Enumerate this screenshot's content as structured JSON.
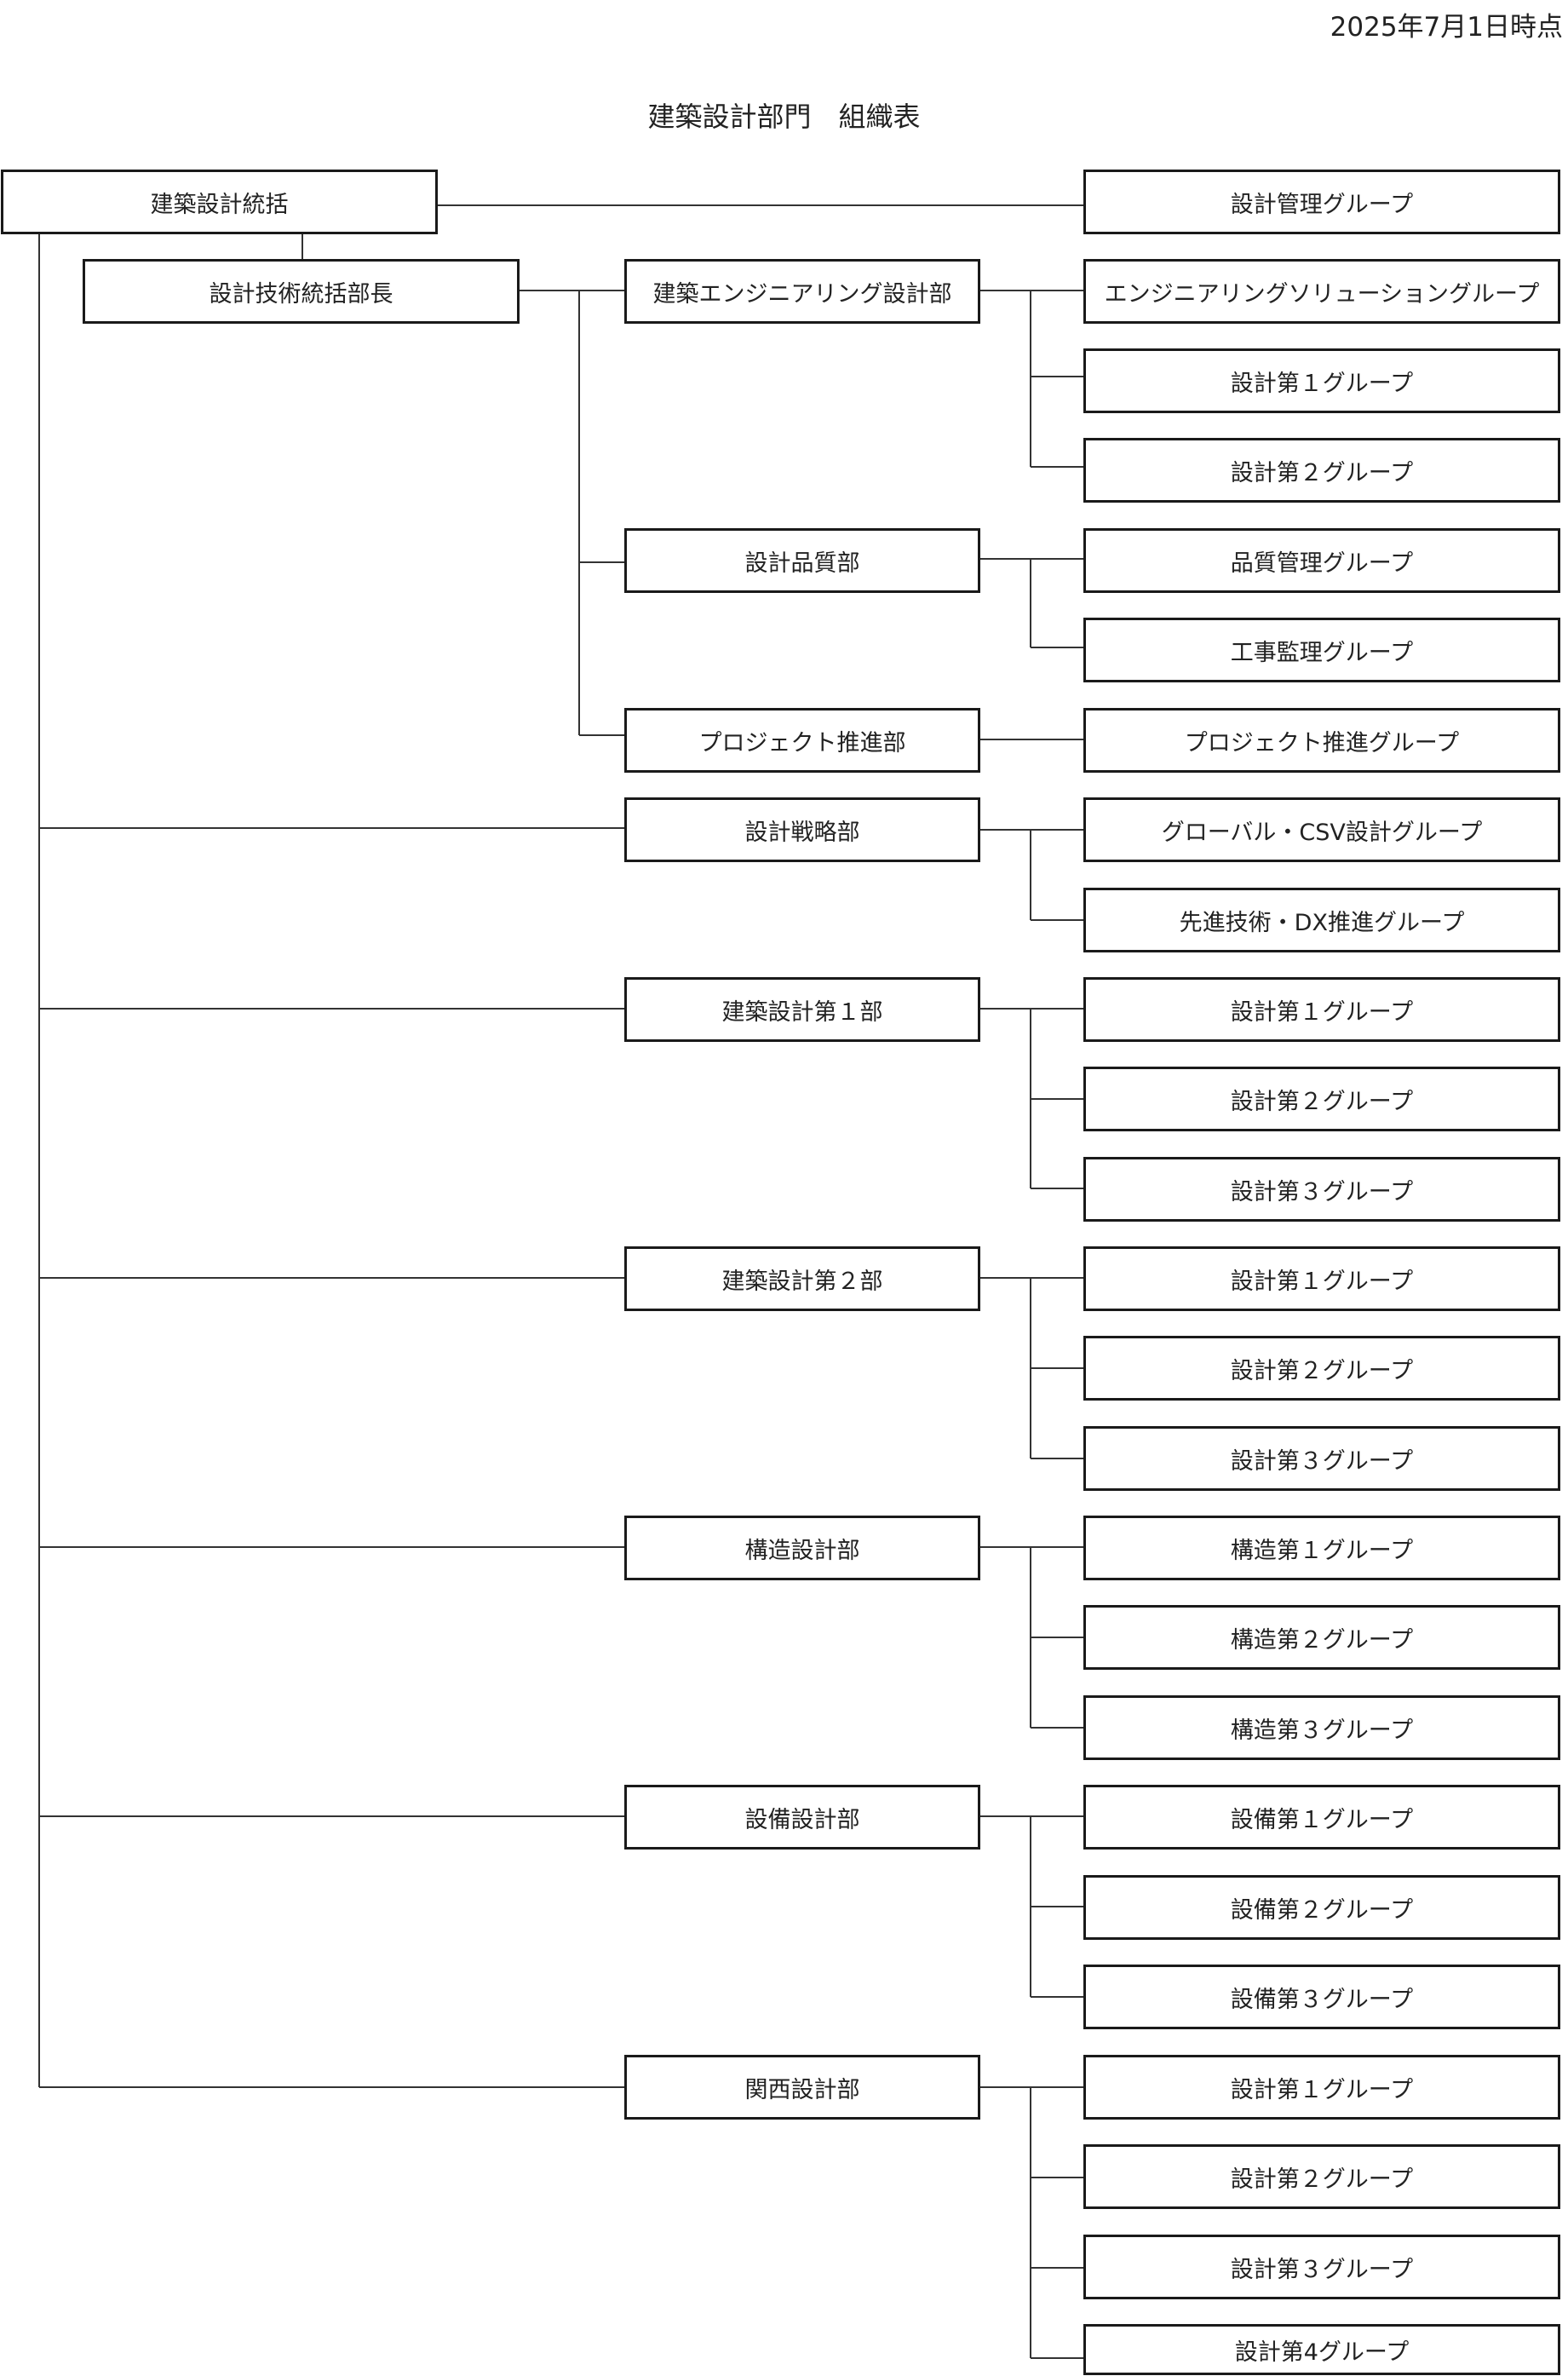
{
  "header": {
    "date": "2025年7月1日時点",
    "title": "建築設計部門　組織表"
  },
  "org": {
    "top": "建築設計統括",
    "director": "設計技術統括部長",
    "top_group": "設計管理グループ",
    "under_director": [
      {
        "name": "建築エンジニアリング設計部",
        "groups": [
          "エンジニアリングソリューショングループ",
          "設計第１グループ",
          "設計第２グループ"
        ]
      },
      {
        "name": "設計品質部",
        "groups": [
          "品質管理グループ",
          "工事監理グループ"
        ]
      },
      {
        "name": "プロジェクト推進部",
        "groups": [
          "プロジェクト推進グループ"
        ]
      }
    ],
    "departments": [
      {
        "name": "設計戦略部",
        "groups": [
          "グローバル・CSV設計グループ",
          "先進技術・DX推進グループ"
        ]
      },
      {
        "name": "建築設計第１部",
        "groups": [
          "設計第１グループ",
          "設計第２グループ",
          "設計第３グループ"
        ]
      },
      {
        "name": "建築設計第２部",
        "groups": [
          "設計第１グループ",
          "設計第２グループ",
          "設計第３グループ"
        ]
      },
      {
        "name": "構造設計部",
        "groups": [
          "構造第１グループ",
          "構造第２グループ",
          "構造第３グループ"
        ]
      },
      {
        "name": "設備設計部",
        "groups": [
          "設備第１グループ",
          "設備第２グループ",
          "設備第３グループ"
        ]
      },
      {
        "name": "関西設計部",
        "groups": [
          "設計第１グループ",
          "設計第２グループ",
          "設計第３グループ",
          "設計第4グループ"
        ]
      }
    ]
  }
}
